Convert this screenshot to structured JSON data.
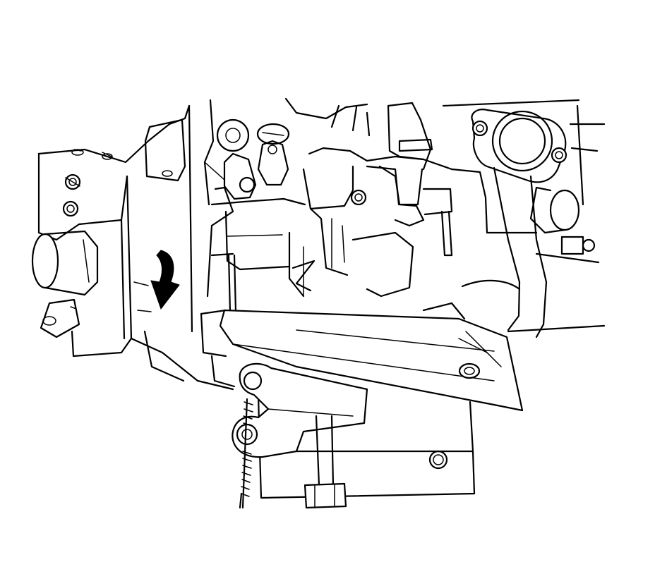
{
  "illustration": {
    "type": "line-art",
    "style": "black-on-white technical service illustration",
    "background": "#ffffff",
    "stroke_color": "#000000",
    "direction_indicator": {
      "icon": "curved-arrow-down-icon",
      "direction": "down"
    },
    "labels": []
  }
}
